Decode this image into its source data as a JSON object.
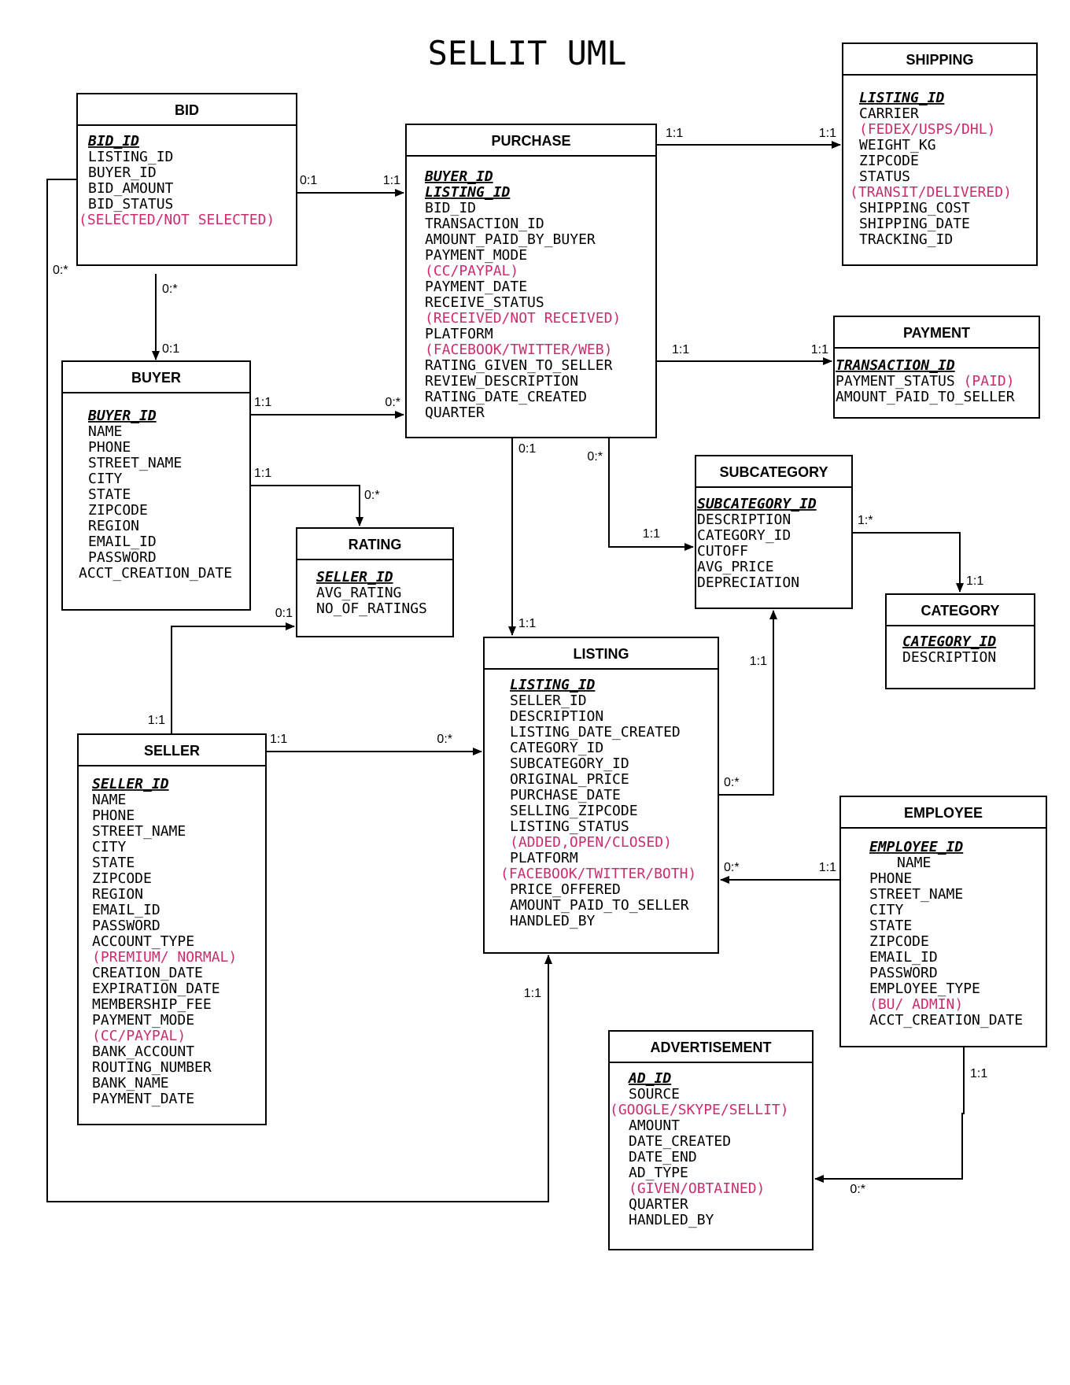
{
  "title": "SELLIT UML",
  "colors": {
    "enum": "#cc2c6e",
    "line": "#000000"
  },
  "entities": [
    {
      "id": "bid",
      "name": "BID",
      "attributes": [
        {
          "text": "BID_ID",
          "kind": "pk"
        },
        {
          "text": "LISTING_ID",
          "kind": "plain"
        },
        {
          "text": "BUYER_ID",
          "kind": "plain"
        },
        {
          "text": "BID_AMOUNT",
          "kind": "plain"
        },
        {
          "text": "BID_STATUS",
          "kind": "plain"
        },
        {
          "text": "(SELECTED/NOT SELECTED)",
          "kind": "enum"
        }
      ]
    },
    {
      "id": "purchase",
      "name": "PURCHASE",
      "attributes": [
        {
          "text": "BUYER_ID",
          "kind": "pk"
        },
        {
          "text": "LISTING_ID",
          "kind": "pk"
        },
        {
          "text": "BID_ID",
          "kind": "plain"
        },
        {
          "text": "TRANSACTION_ID",
          "kind": "plain"
        },
        {
          "text": "AMOUNT_PAID_BY_BUYER",
          "kind": "plain"
        },
        {
          "text": "PAYMENT_MODE",
          "kind": "plain"
        },
        {
          "text": "(CC/PAYPAL)",
          "kind": "enum"
        },
        {
          "text": "PAYMENT_DATE",
          "kind": "plain"
        },
        {
          "text": "RECEIVE_STATUS",
          "kind": "plain"
        },
        {
          "text": "(RECEIVED/NOT RECEIVED)",
          "kind": "enum"
        },
        {
          "text": "PLATFORM",
          "kind": "plain"
        },
        {
          "text": "(FACEBOOK/TWITTER/WEB)",
          "kind": "enum"
        },
        {
          "text": "RATING_GIVEN_TO_SELLER",
          "kind": "plain"
        },
        {
          "text": "REVIEW_DESCRIPTION",
          "kind": "plain"
        },
        {
          "text": "RATING_DATE_CREATED",
          "kind": "plain"
        },
        {
          "text": "QUARTER",
          "kind": "plain"
        }
      ]
    },
    {
      "id": "shipping",
      "name": "SHIPPING",
      "attributes": [
        {
          "text": "LISTING_ID",
          "kind": "pk"
        },
        {
          "text": "CARRIER",
          "kind": "plain"
        },
        {
          "text": "(FEDEX/USPS/DHL)",
          "kind": "enum"
        },
        {
          "text": "WEIGHT_KG",
          "kind": "plain"
        },
        {
          "text": "ZIPCODE",
          "kind": "plain"
        },
        {
          "text": "STATUS",
          "kind": "plain"
        },
        {
          "text": "(TRANSIT/DELIVERED)",
          "kind": "enum"
        },
        {
          "text": "SHIPPING_COST",
          "kind": "plain"
        },
        {
          "text": "SHIPPING_DATE",
          "kind": "plain"
        },
        {
          "text": "TRACKING_ID",
          "kind": "plain"
        }
      ]
    },
    {
      "id": "payment",
      "name": "PAYMENT",
      "attributes": [
        {
          "text": "TRANSACTION_ID",
          "kind": "pk"
        },
        {
          "text": "PAYMENT_STATUS",
          "kind": "plain",
          "suffix": " (PAID)"
        },
        {
          "text": "AMOUNT_PAID_TO_SELLER",
          "kind": "plain"
        }
      ]
    },
    {
      "id": "buyer",
      "name": "BUYER",
      "attributes": [
        {
          "text": "BUYER_ID",
          "kind": "pk"
        },
        {
          "text": "NAME",
          "kind": "plain"
        },
        {
          "text": "PHONE",
          "kind": "plain"
        },
        {
          "text": "STREET_NAME",
          "kind": "plain"
        },
        {
          "text": "CITY",
          "kind": "plain"
        },
        {
          "text": "STATE",
          "kind": "plain"
        },
        {
          "text": "ZIPCODE",
          "kind": "plain"
        },
        {
          "text": "REGION",
          "kind": "plain"
        },
        {
          "text": "EMAIL_ID",
          "kind": "plain"
        },
        {
          "text": "PASSWORD",
          "kind": "plain"
        },
        {
          "text": "ACCT_CREATION_DATE",
          "kind": "plain"
        }
      ]
    },
    {
      "id": "rating",
      "name": "RATING",
      "attributes": [
        {
          "text": "SELLER_ID",
          "kind": "pk"
        },
        {
          "text": "AVG_RATING",
          "kind": "plain"
        },
        {
          "text": "NO_OF_RATINGS",
          "kind": "plain"
        }
      ]
    },
    {
      "id": "subcategory",
      "name": "SUBCATEGORY",
      "attributes": [
        {
          "text": "SUBCATEGORY_ID",
          "kind": "pk"
        },
        {
          "text": "DESCRIPTION",
          "kind": "plain"
        },
        {
          "text": "CATEGORY_ID",
          "kind": "plain"
        },
        {
          "text": "CUTOFF",
          "kind": "plain"
        },
        {
          "text": "AVG_PRICE",
          "kind": "plain"
        },
        {
          "text": "DEPRECIATION",
          "kind": "plain"
        }
      ]
    },
    {
      "id": "category",
      "name": "CATEGORY",
      "attributes": [
        {
          "text": "CATEGORY_ID",
          "kind": "pk"
        },
        {
          "text": "DESCRIPTION",
          "kind": "plain"
        }
      ]
    },
    {
      "id": "listing",
      "name": "LISTING",
      "attributes": [
        {
          "text": "LISTING_ID",
          "kind": "pk"
        },
        {
          "text": "SELLER_ID",
          "kind": "plain"
        },
        {
          "text": "DESCRIPTION",
          "kind": "plain"
        },
        {
          "text": "LISTING_DATE_CREATED",
          "kind": "plain"
        },
        {
          "text": "CATEGORY_ID",
          "kind": "plain"
        },
        {
          "text": "SUBCATEGORY_ID",
          "kind": "plain"
        },
        {
          "text": "ORIGINAL_PRICE",
          "kind": "plain"
        },
        {
          "text": "PURCHASE_DATE",
          "kind": "plain"
        },
        {
          "text": "SELLING_ZIPCODE",
          "kind": "plain"
        },
        {
          "text": "LISTING_STATUS",
          "kind": "plain"
        },
        {
          "text": "(ADDED,OPEN/CLOSED)",
          "kind": "enum"
        },
        {
          "text": "PLATFORM",
          "kind": "plain"
        },
        {
          "text": "(FACEBOOK/TWITTER/BOTH)",
          "kind": "enum"
        },
        {
          "text": "PRICE_OFFERED",
          "kind": "plain"
        },
        {
          "text": "AMOUNT_PAID_TO_SELLER",
          "kind": "plain"
        },
        {
          "text": "HANDLED_BY",
          "kind": "plain"
        }
      ]
    },
    {
      "id": "seller",
      "name": "SELLER",
      "attributes": [
        {
          "text": "SELLER_ID",
          "kind": "pk"
        },
        {
          "text": "NAME",
          "kind": "plain"
        },
        {
          "text": "PHONE",
          "kind": "plain"
        },
        {
          "text": "STREET_NAME",
          "kind": "plain"
        },
        {
          "text": "CITY",
          "kind": "plain"
        },
        {
          "text": "STATE",
          "kind": "plain"
        },
        {
          "text": "ZIPCODE",
          "kind": "plain"
        },
        {
          "text": "REGION",
          "kind": "plain"
        },
        {
          "text": "EMAIL_ID",
          "kind": "plain"
        },
        {
          "text": "PASSWORD",
          "kind": "plain"
        },
        {
          "text": "ACCOUNT_TYPE",
          "kind": "plain"
        },
        {
          "text": "(PREMIUM/ NORMAL)",
          "kind": "enum"
        },
        {
          "text": "CREATION_DATE",
          "kind": "plain"
        },
        {
          "text": "EXPIRATION_DATE",
          "kind": "plain"
        },
        {
          "text": "MEMBERSHIP_FEE",
          "kind": "plain"
        },
        {
          "text": "PAYMENT_MODE",
          "kind": "plain"
        },
        {
          "text": "(CC/PAYPAL)",
          "kind": "enum"
        },
        {
          "text": "BANK_ACCOUNT",
          "kind": "plain"
        },
        {
          "text": "ROUTING_NUMBER",
          "kind": "plain"
        },
        {
          "text": "BANK_NAME",
          "kind": "plain"
        },
        {
          "text": "PAYMENT_DATE",
          "kind": "plain"
        }
      ]
    },
    {
      "id": "employee",
      "name": "EMPLOYEE",
      "attributes": [
        {
          "text": "EMPLOYEE_ID",
          "kind": "pk"
        },
        {
          "text": "NAME",
          "kind": "plain"
        },
        {
          "text": "PHONE",
          "kind": "plain"
        },
        {
          "text": "STREET_NAME",
          "kind": "plain"
        },
        {
          "text": "CITY",
          "kind": "plain"
        },
        {
          "text": "STATE",
          "kind": "plain"
        },
        {
          "text": "ZIPCODE",
          "kind": "plain"
        },
        {
          "text": "EMAIL_ID",
          "kind": "plain"
        },
        {
          "text": "PASSWORD",
          "kind": "plain"
        },
        {
          "text": "EMPLOYEE_TYPE",
          "kind": "plain"
        },
        {
          "text": "(BU/ ADMIN)",
          "kind": "enum"
        },
        {
          "text": "ACCT_CREATION_DATE",
          "kind": "plain"
        }
      ]
    },
    {
      "id": "advertisement",
      "name": "ADVERTISEMENT",
      "attributes": [
        {
          "text": "AD_ID",
          "kind": "pk"
        },
        {
          "text": "SOURCE",
          "kind": "plain"
        },
        {
          "text": "(GOOGLE/SKYPE/SELLIT)",
          "kind": "enum"
        },
        {
          "text": "AMOUNT",
          "kind": "plain"
        },
        {
          "text": "DATE_CREATED",
          "kind": "plain"
        },
        {
          "text": "DATE_END",
          "kind": "plain"
        },
        {
          "text": "AD_TYPE",
          "kind": "plain"
        },
        {
          "text": "(GIVEN/OBTAINED)",
          "kind": "enum"
        },
        {
          "text": "QUARTER",
          "kind": "plain"
        },
        {
          "text": "HANDLED_BY",
          "kind": "plain"
        }
      ]
    }
  ],
  "relationships": [
    {
      "id": "purchase-shipping",
      "from": "purchase",
      "to": "shipping",
      "from_card": "1:1",
      "to_card": "1:1"
    },
    {
      "id": "bid-purchase",
      "from": "bid",
      "to": "purchase",
      "from_card": "0:1",
      "to_card": "1:1"
    },
    {
      "id": "bid-buyer",
      "from": "bid",
      "to": "buyer",
      "from_card": "0:*",
      "to_card": "0:1"
    },
    {
      "id": "purchase-payment",
      "from": "purchase",
      "to": "payment",
      "from_card": "1:1",
      "to_card": "1:1"
    },
    {
      "id": "buyer-purchase",
      "from": "buyer",
      "to": "purchase",
      "from_card": "1:1",
      "to_card": "0:*"
    },
    {
      "id": "buyer-rating",
      "from": "buyer",
      "to": "rating",
      "from_card": "1:1",
      "to_card": "0:*"
    },
    {
      "id": "purchase-listing",
      "from": "purchase",
      "to": "listing",
      "from_card": "0:1",
      "to_card": "1:1"
    },
    {
      "id": "purchase-subcategory",
      "from": "purchase",
      "to": "subcategory",
      "from_card": "0:*",
      "to_card": "1:1"
    },
    {
      "id": "subcategory-category",
      "from": "subcategory",
      "to": "category",
      "from_card": "1:*",
      "to_card": "1:1"
    },
    {
      "id": "seller-rating",
      "from": "seller",
      "to": "rating",
      "from_card": "1:1",
      "to_card": "0:1"
    },
    {
      "id": "seller-listing",
      "from": "seller",
      "to": "listing",
      "from_card": "1:1",
      "to_card": "0:*"
    },
    {
      "id": "listing-subcategory",
      "from": "listing",
      "to": "subcategory",
      "from_card": "0:*",
      "to_card": "1:1"
    },
    {
      "id": "employee-listing",
      "from": "employee",
      "to": "listing",
      "from_card": "1:1",
      "to_card": "0:*"
    },
    {
      "id": "employee-advertisement",
      "from": "employee",
      "to": "advertisement",
      "from_card": "1:1",
      "to_card": "0:*"
    },
    {
      "id": "bid-listing",
      "from": "bid",
      "to": "listing",
      "from_card": "0:*",
      "to_card": "1:1"
    }
  ]
}
